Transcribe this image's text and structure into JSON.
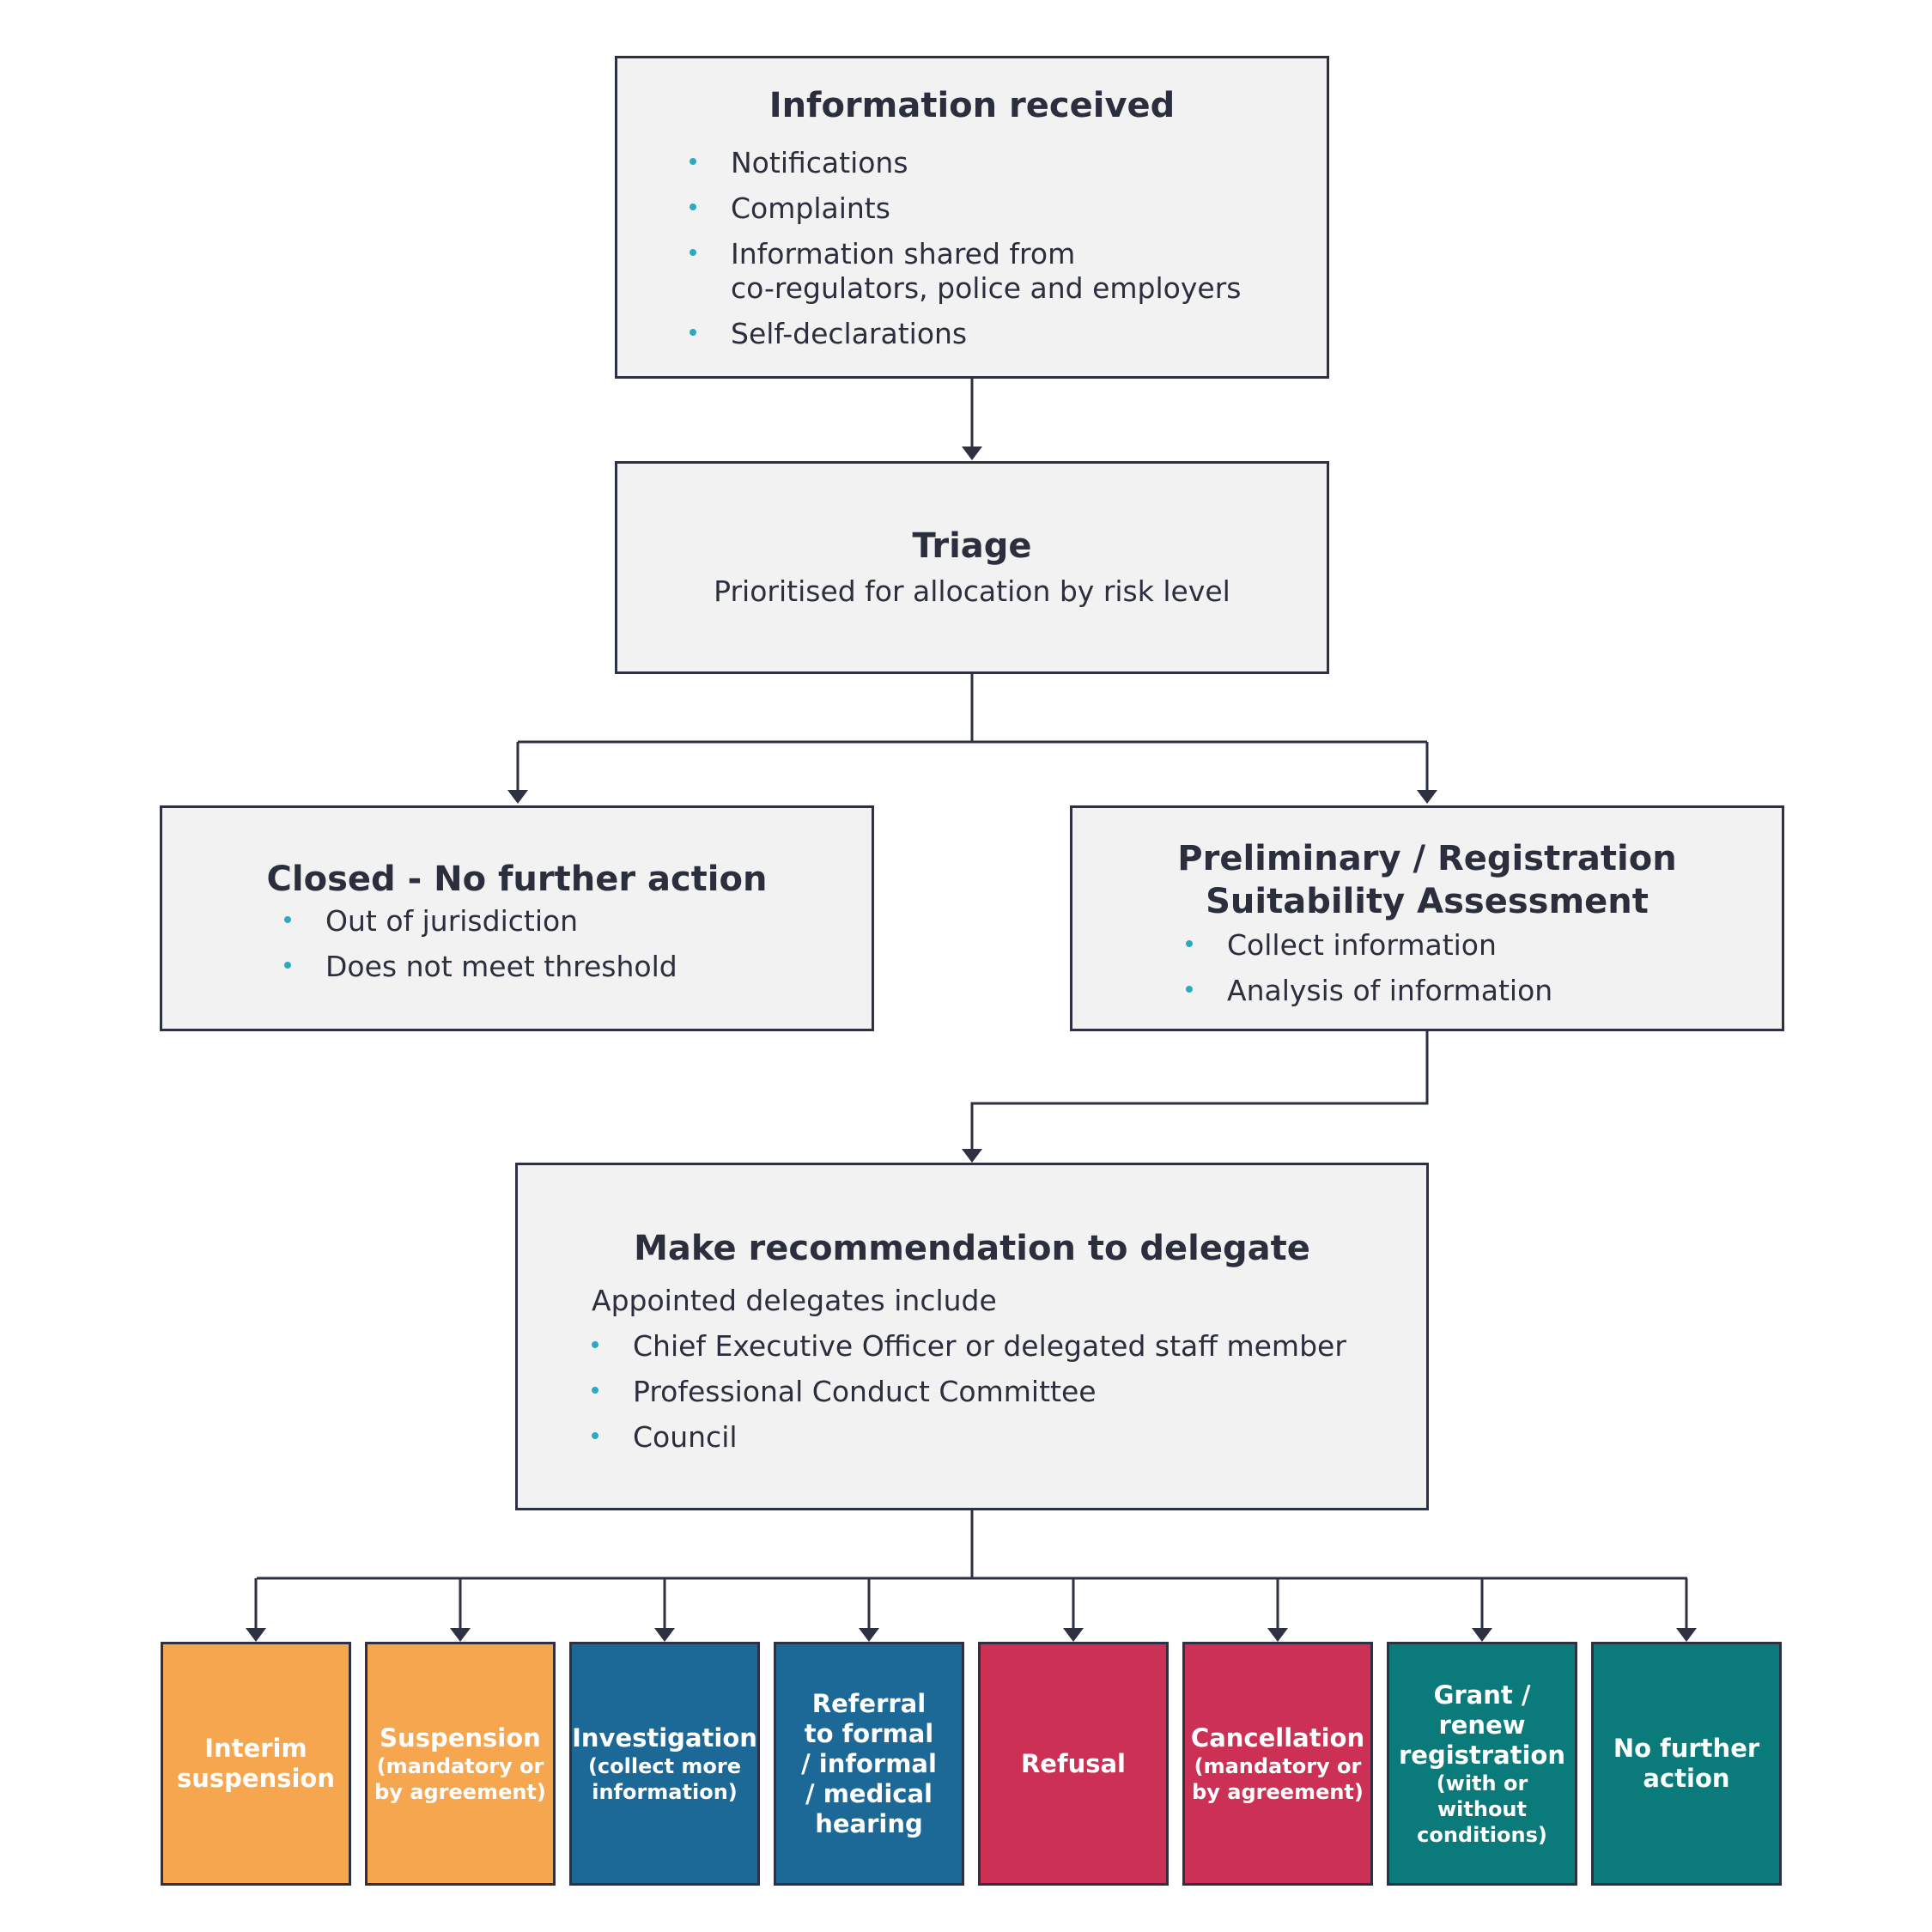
{
  "colors": {
    "box_fill": "#f2f2f2",
    "border": "#2e3142",
    "bullet": "#2ea9c2",
    "orange": "#f5a64f",
    "blue": "#1c6897",
    "red": "#cd3055",
    "teal": "#0a7b7a"
  },
  "info": {
    "title": "Information received",
    "items": [
      "Notifications",
      "Complaints",
      "Information shared from\nco-regulators, police and employers",
      "Self-declarations"
    ]
  },
  "triage": {
    "title": "Triage",
    "subtitle": "Prioritised for allocation by risk level"
  },
  "closed": {
    "title": "Closed - No further action",
    "items": [
      "Out of jurisdiction",
      "Does not meet threshold"
    ]
  },
  "preliminary": {
    "title_line1": "Preliminary / Registration",
    "title_line2": "Suitability Assessment",
    "items": [
      "Collect information",
      "Analysis of information"
    ]
  },
  "recommendation": {
    "title": "Make recommendation to delegate",
    "intro": "Appointed delegates include",
    "items": [
      "Chief Executive Officer or delegated staff member",
      "Professional Conduct Committee",
      "Council"
    ]
  },
  "outcomes": [
    {
      "title": "Interim\nsuspension",
      "sub": "",
      "color": "orange"
    },
    {
      "title": "Suspension",
      "sub": "(mandatory or\nby agreement)",
      "color": "orange"
    },
    {
      "title": "Investigation",
      "sub": "(collect more\ninformation)",
      "color": "blue"
    },
    {
      "title": "Referral\nto formal\n/ informal\n/ medical\nhearing",
      "sub": "",
      "color": "blue"
    },
    {
      "title": "Refusal",
      "sub": "",
      "color": "red"
    },
    {
      "title": "Cancellation",
      "sub": "(mandatory or\nby agreement)",
      "color": "red"
    },
    {
      "title": "Grant / renew\nregistration",
      "sub": "(with or without\nconditions)",
      "color": "teal"
    },
    {
      "title": "No further\naction",
      "sub": "",
      "color": "teal"
    }
  ]
}
